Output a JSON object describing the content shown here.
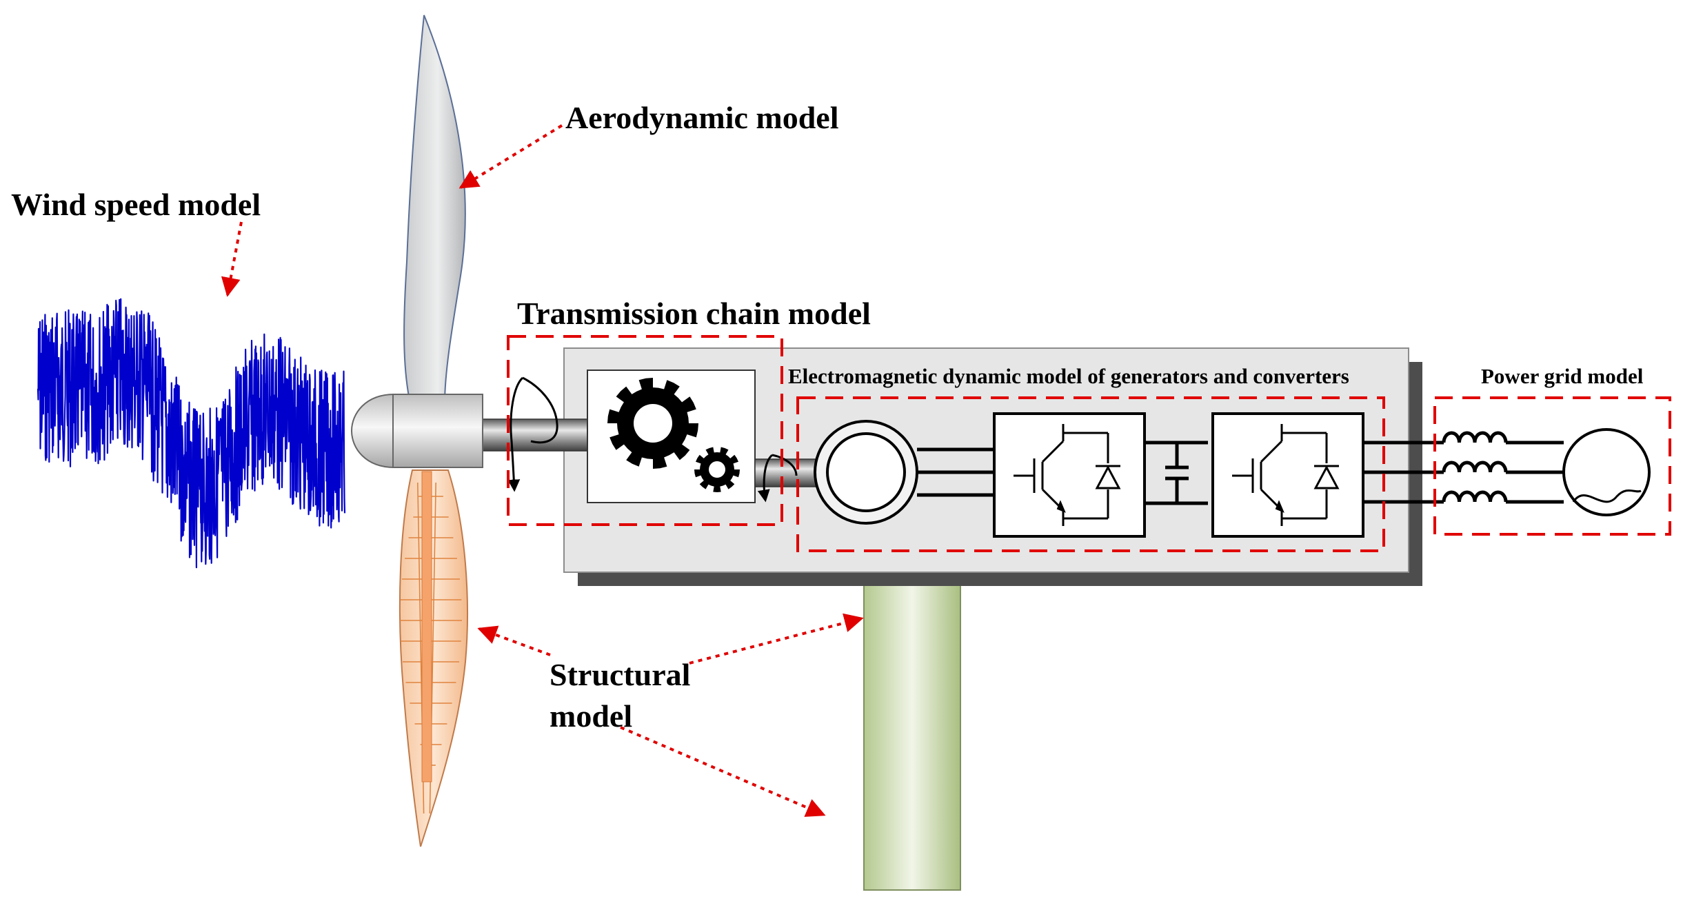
{
  "labels": {
    "wind_speed": "Wind speed model",
    "aerodynamic": "Aerodynamic model",
    "transmission": "Transmission chain model",
    "electromagnetic": "Electromagnetic dynamic model of generators and converters",
    "power_grid": "Power grid model",
    "structural_line1": "Structural",
    "structural_line2": "model"
  },
  "colors": {
    "annotation_red": "#e00000",
    "wind_signal_blue": "#0000cc",
    "nacelle_fill": "#e6e6e6",
    "tower_green": "#c4d4a4",
    "blade_lower_orange": "#fbd3b0",
    "blade_upper_gray": "#d8d9db"
  },
  "icons": [
    "gears-icon",
    "generator-icon",
    "igbt-diode-icon",
    "dc-link-capacitor-icon",
    "inductor-icon",
    "ac-source-icon",
    "rotation-arrow-icon"
  ]
}
